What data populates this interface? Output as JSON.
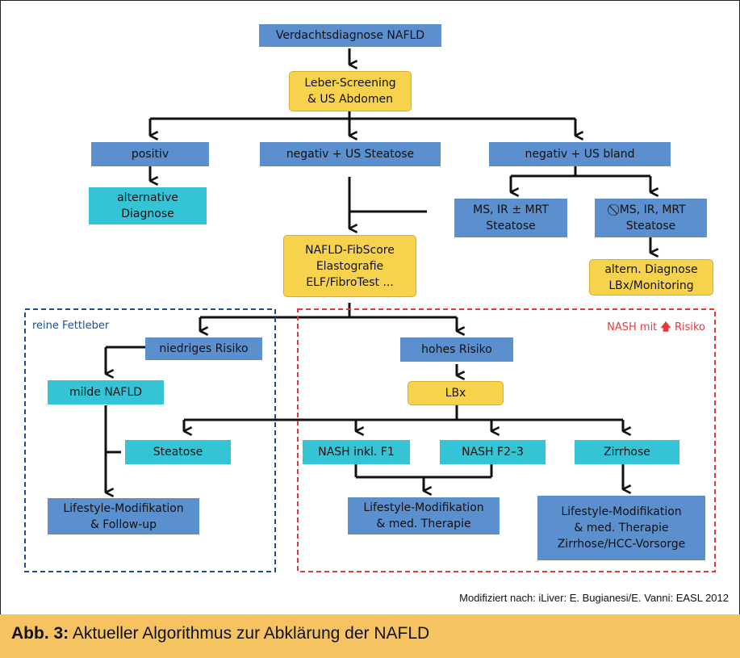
{
  "nodes": {
    "verdacht": "Verdachtsdiagnose NAFLD",
    "screening": "Leber-Screening\n& US Abdomen",
    "positiv": "positiv",
    "negativ_steatose": "negativ + US Steatose",
    "negativ_bland": "negativ + US bland",
    "alt_diagnose": "alternative\nDiagnose",
    "ms_ir_mrt": "MS, IR ± MRT\nSteatose",
    "no_ms_ir_mrt": "⃠ MS, IR, MRT\nSteatose",
    "fibscore": "NAFLD-FibScore\nElastografie\nELF/FibroTest ...",
    "altern_diag_lbx": "altern. Diagnose\nLBx/Monitoring",
    "niedriges_risiko": "niedriges Risiko",
    "hohes_risiko": "hohes Risiko",
    "milde_nafld": "milde NAFLD",
    "lbx": "LBx",
    "steatose": "Steatose",
    "nash_f1": "NASH inkl. F1",
    "nash_f23": "NASH F2–3",
    "zirrhose": "Zirrhose",
    "lifestyle_follow": "Lifestyle-Modifikation\n& Follow-up",
    "lifestyle_therapie": "Lifestyle-Modifikation\n& med. Therapie",
    "lifestyle_zirrhose": "Lifestyle-Modifikation\n& med. Therapie\nZirrhose/HCC-Vorsorge"
  },
  "regions": {
    "reine_fettleber": "reine Fettleber",
    "nash_risiko": "NASH mit",
    "nash_risiko_suffix": "Risiko"
  },
  "colors": {
    "blue_box": "#5b8fcd",
    "cyan_box": "#35c4d6",
    "yellow_box": "#f7d34d",
    "blue_dash": "#1f4f8f",
    "red_dash": "#e23a3a",
    "caption_bg": "#f5c35f"
  },
  "credit": "Modifiziert nach: iLiver: E. Bugianesi/E. Vanni:  EASL 2012",
  "caption": {
    "label": "Abb. 3:",
    "text": " Aktueller Algorithmus zur Abklärung der NAFLD"
  }
}
